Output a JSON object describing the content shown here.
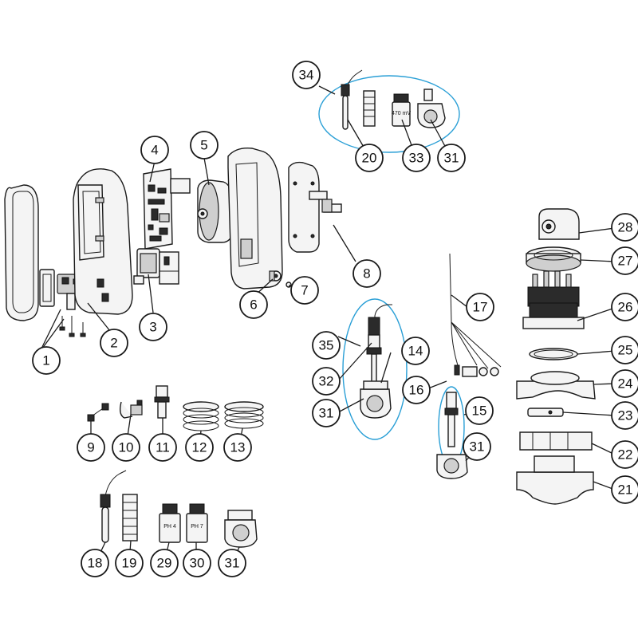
{
  "diagram": {
    "type": "exploded-parts-diagram",
    "accent_color": "#2a9fd6",
    "line_color": "#1a1a1a",
    "callouts": [
      {
        "id": "c1",
        "label": "1"
      },
      {
        "id": "c2",
        "label": "2"
      },
      {
        "id": "c3",
        "label": "3"
      },
      {
        "id": "c4",
        "label": "4"
      },
      {
        "id": "c5",
        "label": "5"
      },
      {
        "id": "c6",
        "label": "6"
      },
      {
        "id": "c7",
        "label": "7"
      },
      {
        "id": "c8",
        "label": "8"
      },
      {
        "id": "c9",
        "label": "9"
      },
      {
        "id": "c10",
        "label": "10"
      },
      {
        "id": "c11",
        "label": "11"
      },
      {
        "id": "c12",
        "label": "12"
      },
      {
        "id": "c13",
        "label": "13"
      },
      {
        "id": "c14",
        "label": "14"
      },
      {
        "id": "c15",
        "label": "15"
      },
      {
        "id": "c16",
        "label": "16"
      },
      {
        "id": "c17",
        "label": "17"
      },
      {
        "id": "c18",
        "label": "18"
      },
      {
        "id": "c19",
        "label": "19"
      },
      {
        "id": "c20",
        "label": "20"
      },
      {
        "id": "c21",
        "label": "21"
      },
      {
        "id": "c22",
        "label": "22"
      },
      {
        "id": "c23",
        "label": "23"
      },
      {
        "id": "c24",
        "label": "24"
      },
      {
        "id": "c25",
        "label": "25"
      },
      {
        "id": "c26",
        "label": "26"
      },
      {
        "id": "c27",
        "label": "27"
      },
      {
        "id": "c28",
        "label": "28"
      },
      {
        "id": "c29",
        "label": "29"
      },
      {
        "id": "c30",
        "label": "30"
      },
      {
        "id": "c31a",
        "label": "31"
      },
      {
        "id": "c31b",
        "label": "31"
      },
      {
        "id": "c31c",
        "label": "31"
      },
      {
        "id": "c31d",
        "label": "31"
      },
      {
        "id": "c32",
        "label": "32"
      },
      {
        "id": "c33",
        "label": "33"
      },
      {
        "id": "c34",
        "label": "34"
      },
      {
        "id": "c35",
        "label": "35"
      }
    ],
    "vial_labels": {
      "orp": "470 mV",
      "ph4": "PH 4",
      "ph7": "PH 7"
    }
  }
}
